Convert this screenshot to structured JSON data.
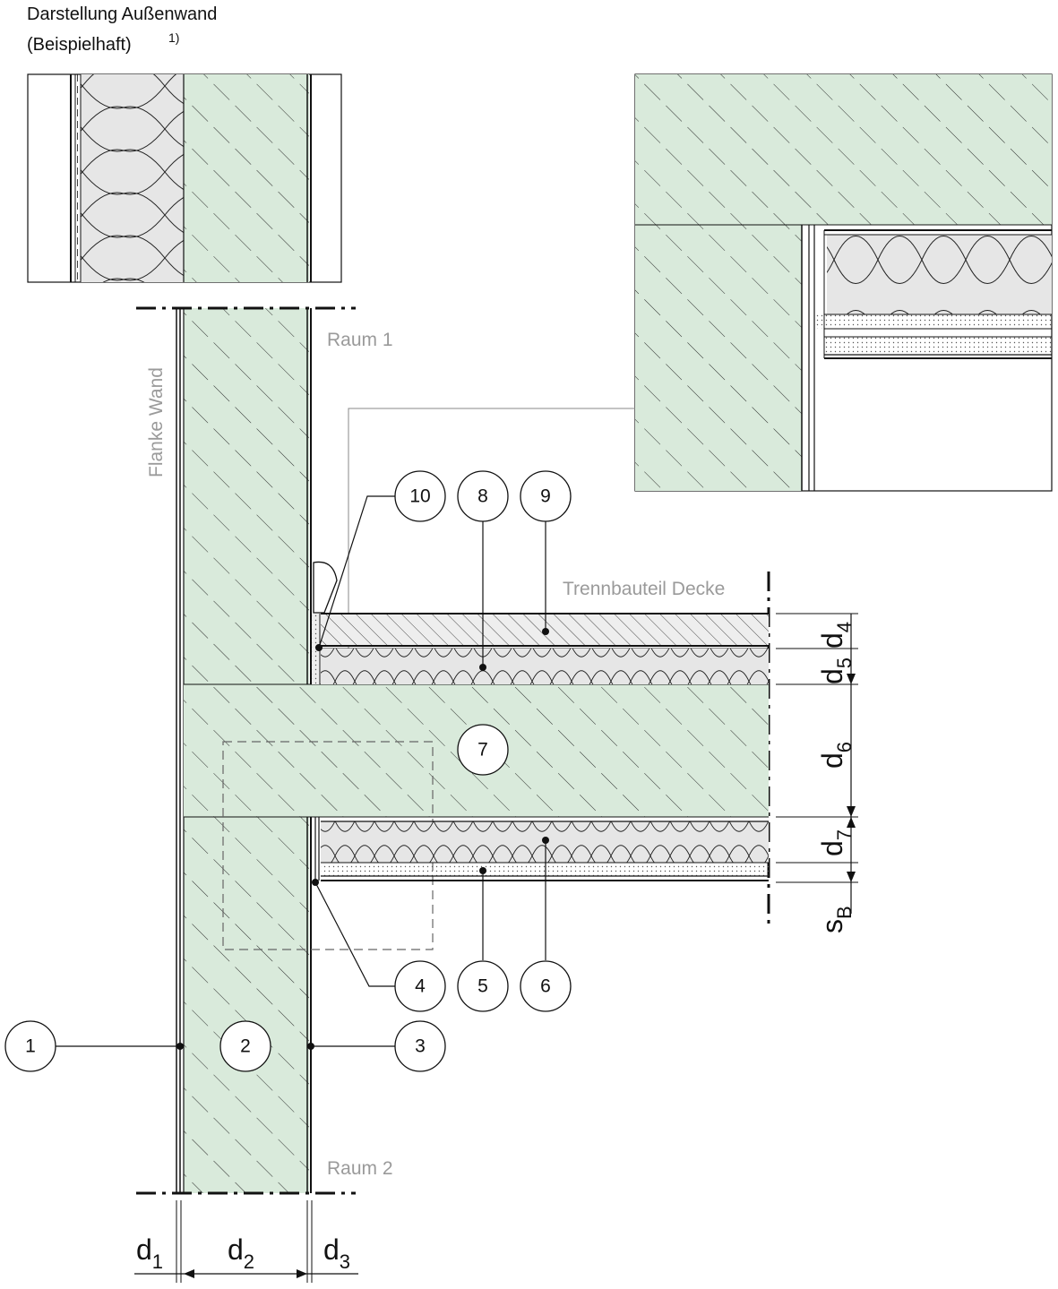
{
  "header": {
    "title_line1": "Darstellung Außenwand",
    "title_line2": "(Beispielhaft)",
    "title_sup": "1)"
  },
  "labels": {
    "raum1": "Raum 1",
    "raum2": "Raum 2",
    "flanke": "Flanke Wand",
    "trennbauteil": "Trennbauteil Decke"
  },
  "callouts": [
    "1",
    "2",
    "3",
    "4",
    "5",
    "6",
    "7",
    "8",
    "9",
    "10"
  ],
  "dimensions": {
    "d1": {
      "base": "d",
      "sub": "1"
    },
    "d2": {
      "base": "d",
      "sub": "2"
    },
    "d3": {
      "base": "d",
      "sub": "3"
    },
    "d4": {
      "base": "d",
      "sub": "4"
    },
    "d5": {
      "base": "d",
      "sub": "5"
    },
    "d6": {
      "base": "d",
      "sub": "6"
    },
    "d7": {
      "base": "d",
      "sub": "7"
    },
    "sB": {
      "base": "s",
      "sub": "B"
    }
  },
  "colors": {
    "concrete": "#d9eadb",
    "insulation": "#e6e6e6",
    "screed": "#eeeeee",
    "line": "#111111",
    "grey_text": "#9a9a9a"
  }
}
